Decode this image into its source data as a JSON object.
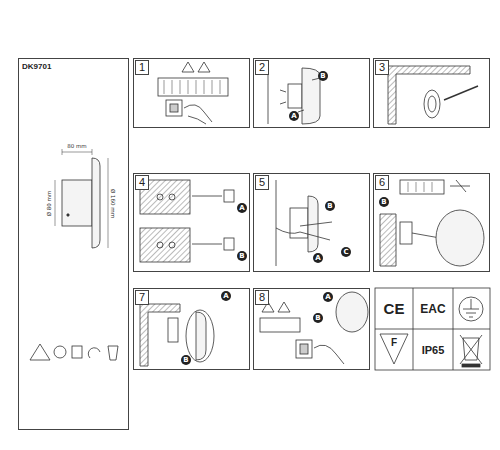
{
  "diagram": {
    "nodes": [
      {
        "text": [
          "DK9701"
        ]
      },
      {
        "text": [
          "1"
        ]
      },
      {
        "text": [
          "2"
        ]
      },
      {
        "text": [
          "3"
        ]
      },
      {
        "text": [
          "4"
        ]
      },
      {
        "text": [
          "5"
        ]
      },
      {
        "text": [
          "6"
        ]
      },
      {
        "text": [
          "7"
        ]
      },
      {
        "text": [
          "8"
        ]
      },
      {
        "text": [
          "CE"
        ]
      },
      {
        "text": [
          "EAC"
        ]
      },
      {
        "text": [
          "F"
        ]
      },
      {
        "text": [
          "IP65"
        ]
      }
    ],
    "labels": [
      "80 mm",
      "Ø 80 mm",
      "Ø 160 mm",
      "B",
      "A",
      "A",
      "B",
      "B",
      "A",
      "C",
      "B",
      "A",
      "B",
      "A",
      "B"
    ]
  }
}
